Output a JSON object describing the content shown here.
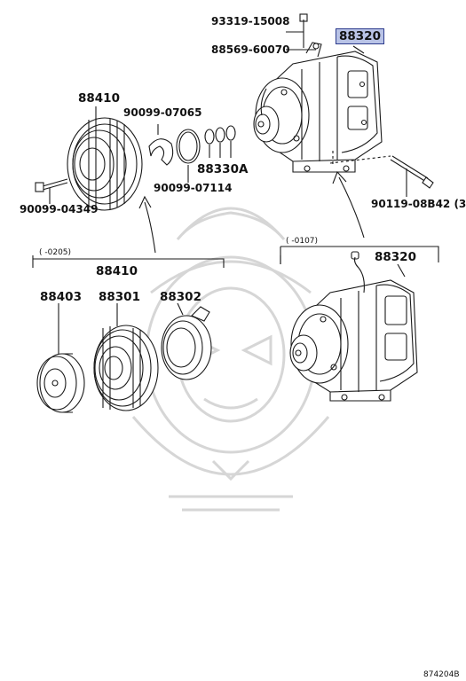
{
  "parts": {
    "p93319": "93319-15008",
    "p88569": "88569-60070",
    "p88320_top": "88320",
    "p88410_top": "88410",
    "p90099_07065": "90099-07065",
    "p88330a": "88330A",
    "p90099_07114": "90099-07114",
    "p90099_04349": "90099-04349",
    "p90119": "90119-08B42 (3)",
    "p88410_bottom": "88410",
    "p88403": "88403",
    "p88301": "88301",
    "p88302": "88302",
    "p88320_bottom": "88320"
  },
  "ranges": {
    "left": "(    -0205)",
    "right": "(    -0107)"
  },
  "diagram_id": "874204B",
  "colors": {
    "line": "#1a1a1a",
    "highlight_fill": "#b9c3e6",
    "highlight_border": "#2b3a8c",
    "watermark": "#d4d4d4"
  }
}
